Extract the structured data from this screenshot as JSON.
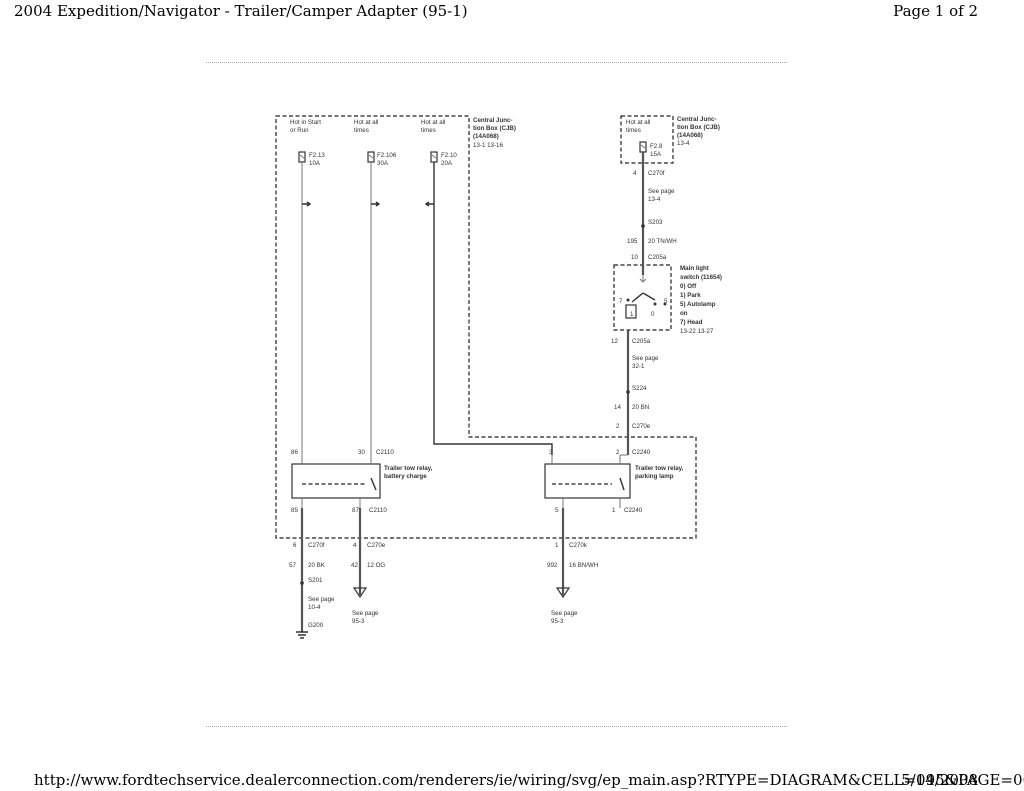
{
  "header": {
    "title": "2004 Expedition/Navigator - Trailer/Camper Adapter (95-1)",
    "page": "Page 1 of 2"
  },
  "footer": {
    "url": "http://www.fordtechservice.dealerconnection.com/renderers/ie/wiring/svg/ep_main.asp?RTYPE=DIAGRAM&CELL=095&PAGE=00...",
    "date": "5/14/2008"
  },
  "diagram": {
    "left_source_1": [
      "Hot in Start",
      "or Run"
    ],
    "left_source_2": [
      "Hot at all",
      "times"
    ],
    "left_source_3": [
      "Hot at all",
      "times"
    ],
    "cjb_left": [
      "Central Junc-",
      "tion Box (CJB)",
      "(14A068)",
      "13-1     13-16"
    ],
    "fuse_1": [
      "F2.13",
      "10A"
    ],
    "fuse_2": [
      "F2.106",
      "30A"
    ],
    "fuse_3": [
      "F2.10",
      "20A"
    ],
    "right_source": [
      "Hot at all",
      "times"
    ],
    "cjb_right": [
      "Central Junc-",
      "tion Box (CJB)",
      "(14A068)",
      "13-4"
    ],
    "fuse_4": [
      "F2.8",
      "15A"
    ],
    "conn_c270f": "C270f",
    "pin_4": "4",
    "see_page_13_4": [
      "See page",
      "13-4"
    ],
    "splice_s203": "S203",
    "circuit_195": "195",
    "wire_20tnwh": "20 TN/WH",
    "pin_10": "10",
    "conn_c205a_top": "C205a",
    "switch_label": [
      "Main light",
      "switch (11654)",
      "0)   Off",
      "1)   Park",
      "5)   Autolamp",
      "      on",
      "7)   Head",
      "13-22     13-27"
    ],
    "switch_pos_7": "7",
    "switch_pos_1": "1",
    "switch_pos_0": "0",
    "switch_pos_5": "5",
    "pin_12": "12",
    "conn_c205a_bot": "C205a",
    "see_page_32_1": [
      "See page",
      "32-1"
    ],
    "splice_s224": "S224",
    "circuit_14": "14",
    "wire_20bn": "20 BN",
    "pin_2_c270e": "2",
    "conn_c270e_top": "C270e",
    "relay1_pin_86": "86",
    "relay1_pin_30": "30",
    "relay1_conn_top": "C2110",
    "relay1_label": [
      "Trailer tow relay,",
      "battery charge"
    ],
    "relay1_pin_85": "85",
    "relay1_pin_87": "87",
    "relay1_conn_bot": "C2110",
    "relay2_pin_3": "3",
    "relay2_pin_2": "2",
    "relay2_conn_top": "C2240",
    "relay2_label": [
      "Trailer tow relay,",
      "parking lamp"
    ],
    "relay2_pin_5": "5",
    "relay2_pin_1": "1",
    "relay2_conn_bot": "C2240",
    "out1_pin": "6",
    "out1_conn": "C270f",
    "out1_circuit": "57",
    "out1_wire": "20 BK",
    "out1_splice": "S201",
    "out1_see": [
      "See page",
      "10-4"
    ],
    "out1_ground": "G200",
    "out2_pin": "4",
    "out2_conn": "C270e",
    "out2_circuit": "42",
    "out2_wire": "12 OG",
    "out2_see": [
      "See page",
      "95-3"
    ],
    "out3_pin": "1",
    "out3_conn": "C270k",
    "out3_circuit": "992",
    "out3_wire": "16 BN/WH",
    "out3_see": [
      "See page",
      "95-3"
    ]
  }
}
